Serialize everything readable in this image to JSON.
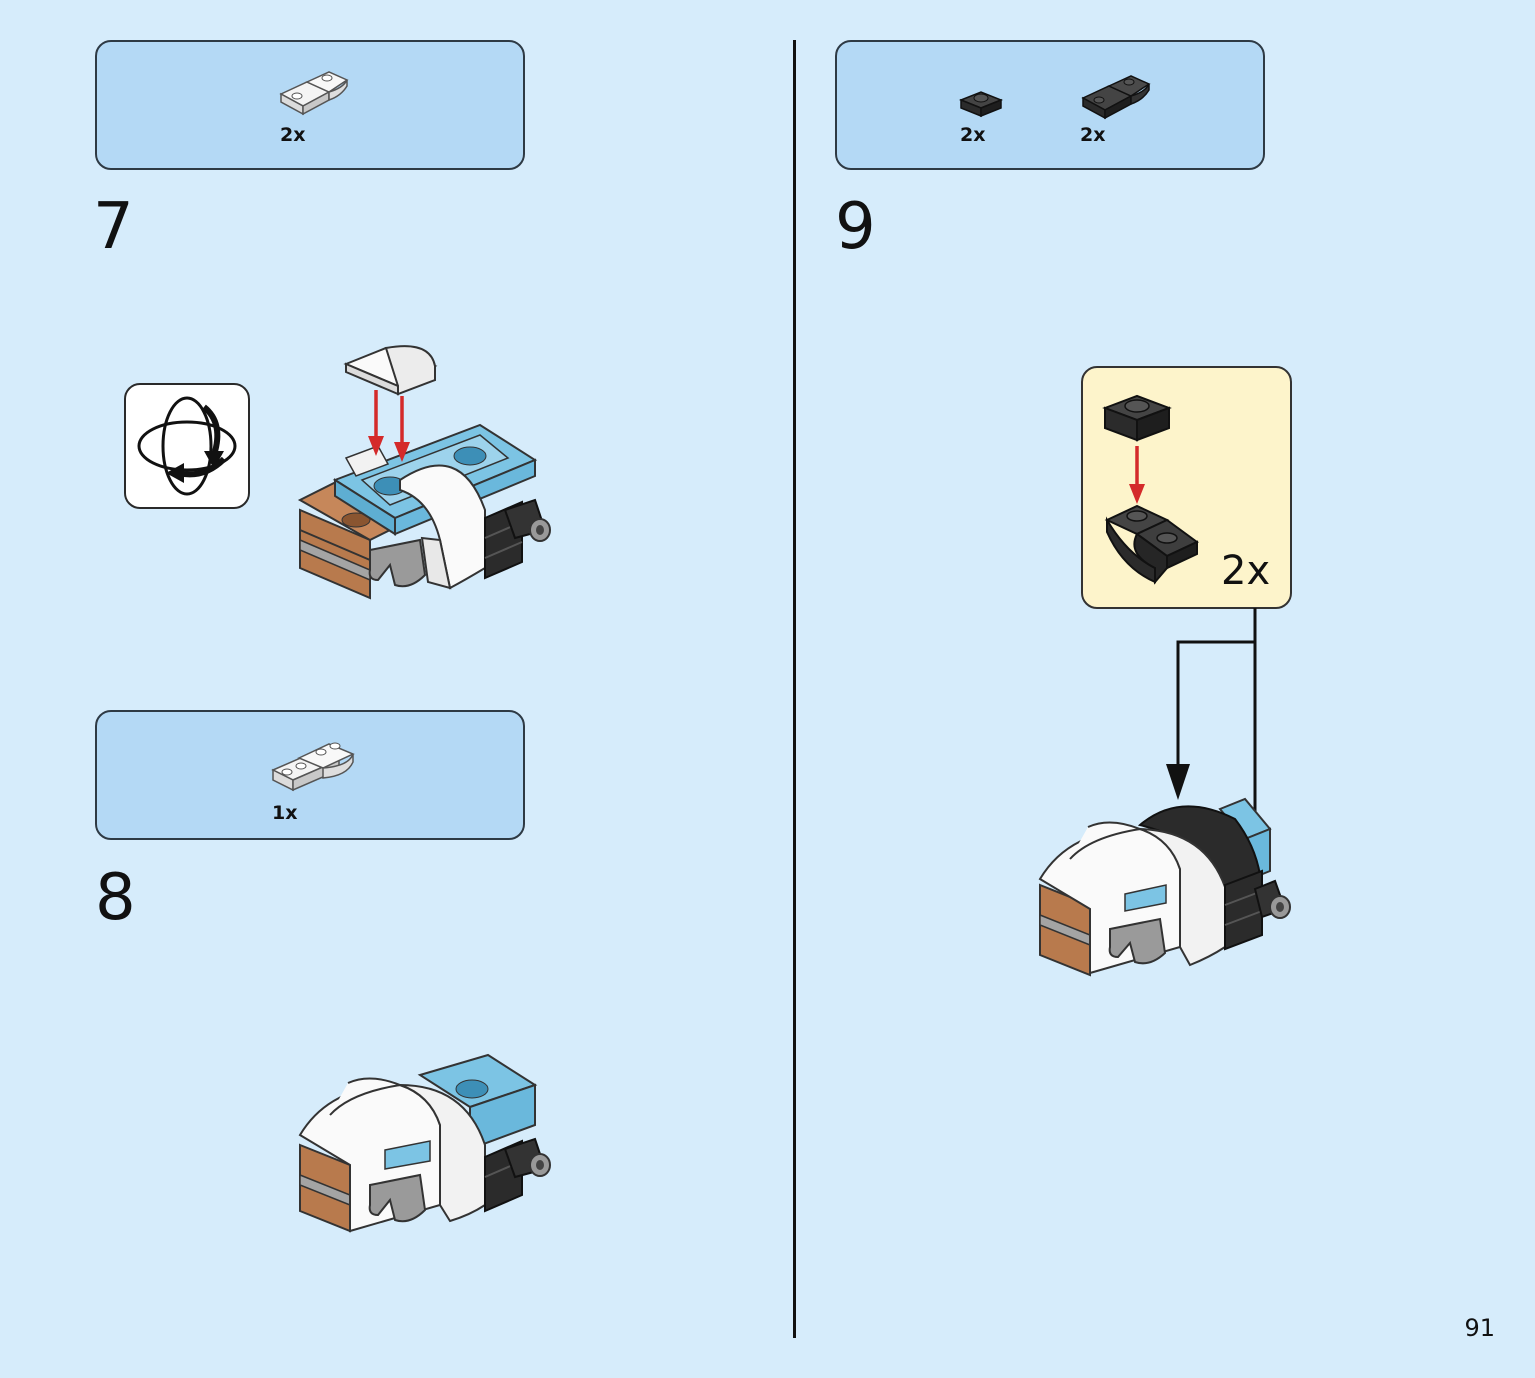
{
  "page": {
    "number": "91"
  },
  "steps": {
    "step7": {
      "number": "7",
      "parts": [
        {
          "name": "white-inverted-slope-part",
          "qty": "2x"
        }
      ],
      "rotate_icon": "rotate-model-icon"
    },
    "step8": {
      "number": "8",
      "parts": [
        {
          "name": "white-double-inverted-slope-part",
          "qty": "1x"
        }
      ]
    },
    "step9": {
      "number": "9",
      "parts": [
        {
          "name": "black-plate-part",
          "qty": "2x"
        },
        {
          "name": "black-inverted-slope-part",
          "qty": "2x"
        }
      ],
      "callout": {
        "qty": "2x"
      }
    }
  },
  "colors": {
    "background": "#d6ecfb",
    "parts_box": "#b4d9f5",
    "callout": "#fdf4cb",
    "arrow_red": "#d42a2a",
    "brick_brown": "#b87a4d",
    "brick_azure": "#7cc4e4",
    "brick_black": "#2b2b2b",
    "brick_gray": "#a4a4a4"
  }
}
